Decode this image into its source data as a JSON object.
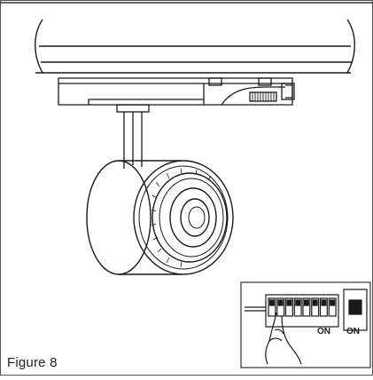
{
  "figure": {
    "caption": "Figure 8",
    "inset_labels": {
      "dip_switch_on": "ON",
      "toggle_on": "ON"
    },
    "dip_switch_count": 8
  },
  "colors": {
    "line": "#1a1a1a",
    "background": "#ffffff",
    "border": "#555555"
  }
}
